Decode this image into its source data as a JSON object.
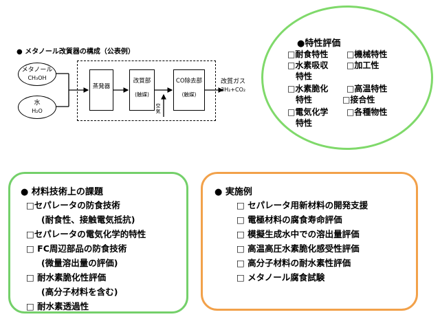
{
  "diagram": {
    "title": "● メタノール改質器の構成（公表例）",
    "inputs": [
      {
        "name": "メタノール",
        "formula": "CH₃OH"
      },
      {
        "name": "水",
        "formula": "H₂O"
      }
    ],
    "blocks": {
      "evaporator": "蒸発器",
      "reformer": {
        "label": "改質部",
        "sub": "(触媒)"
      },
      "co_remover": {
        "label": "CO除去部",
        "sub": "(触媒)"
      }
    },
    "air_label": "空気",
    "output": {
      "name": "改質ガス",
      "formula": "3H₂+CO₂"
    }
  },
  "evaluation": {
    "title": "●特性評価",
    "items": [
      "□耐食特性",
      "□機械特性",
      "□水素吸収",
      "□加工性",
      "特性",
      "□水素脆化",
      "□高温特性",
      "特性",
      "□接合性",
      "□電気化学",
      "□各種物性",
      "特性"
    ]
  },
  "tech_issues": {
    "title": "● 材料技術上の課題",
    "lines": [
      "□セパレータの防食技術",
      "(耐食性、接触電気抵抗)",
      "□セパレータの電気化学的特性",
      "□ FC周辺部品の防食技術",
      "(微量溶出量の評価)",
      "□ 耐水素脆化性評価",
      "(高分子材料を含む)",
      "□ 耐水素透過性"
    ]
  },
  "examples": {
    "title": "● 実施例",
    "lines": [
      "□ セパレータ用新材料の開発支援",
      "□ 電極材料の腐食寿命評価",
      "□ 模擬生成水中での溶出量評価",
      "□ 高温高圧水素脆化感受性評価",
      "□ 高分子材料の耐水素性評価",
      "□ メタノール腐食試験"
    ]
  }
}
